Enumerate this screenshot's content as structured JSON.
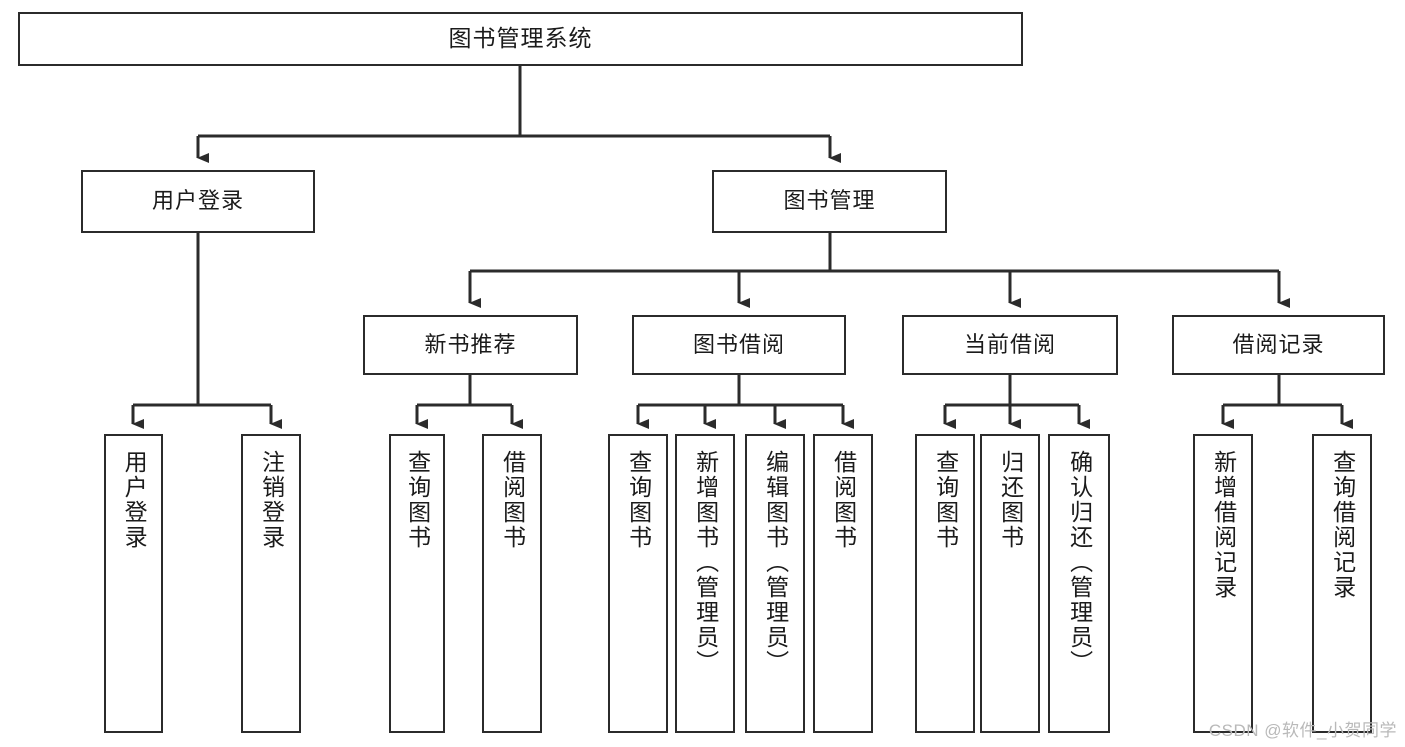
{
  "diagram": {
    "type": "tree-hierarchy-chart",
    "title": "图书管理系统",
    "stroke_color": "#2b2b2b",
    "fill_color": "#ffffff",
    "text_color": "#1b1b1b",
    "levels": [
      {
        "level": 1,
        "nodes": [
          {
            "id": "root",
            "label": "图书管理系统",
            "orientation": "horizontal"
          }
        ]
      },
      {
        "level": 2,
        "nodes": [
          {
            "id": "login",
            "label": "用户登录",
            "orientation": "horizontal",
            "parent": "root"
          },
          {
            "id": "bookmgmt",
            "label": "图书管理",
            "orientation": "horizontal",
            "parent": "root"
          }
        ]
      },
      {
        "level": 3,
        "nodes": [
          {
            "id": "newbook",
            "label": "新书推荐",
            "orientation": "horizontal",
            "parent": "bookmgmt"
          },
          {
            "id": "borrow",
            "label": "图书借阅",
            "orientation": "horizontal",
            "parent": "bookmgmt"
          },
          {
            "id": "current",
            "label": "当前借阅",
            "orientation": "horizontal",
            "parent": "bookmgmt"
          },
          {
            "id": "records",
            "label": "借阅记录",
            "orientation": "horizontal",
            "parent": "bookmgmt"
          }
        ]
      },
      {
        "level": 4,
        "nodes": [
          {
            "id": "leaf1",
            "label": "用户登录",
            "orientation": "vertical",
            "parent": "login"
          },
          {
            "id": "leaf2",
            "label": "注销登录",
            "orientation": "vertical",
            "parent": "login"
          },
          {
            "id": "leaf3",
            "label": "查询图书",
            "orientation": "vertical",
            "parent": "newbook"
          },
          {
            "id": "leaf4",
            "label": "借阅图书",
            "orientation": "vertical",
            "parent": "newbook"
          },
          {
            "id": "leaf5",
            "label": "查询图书",
            "orientation": "vertical",
            "parent": "borrow"
          },
          {
            "id": "leaf6",
            "label": "新增图书（管理员）",
            "orientation": "vertical",
            "parent": "borrow"
          },
          {
            "id": "leaf7",
            "label": "编辑图书（管理员）",
            "orientation": "vertical",
            "parent": "borrow"
          },
          {
            "id": "leaf8",
            "label": "借阅图书",
            "orientation": "vertical",
            "parent": "borrow"
          },
          {
            "id": "leaf9",
            "label": "查询图书",
            "orientation": "vertical",
            "parent": "current"
          },
          {
            "id": "leaf10",
            "label": "归还图书",
            "orientation": "vertical",
            "parent": "current"
          },
          {
            "id": "leaf11",
            "label": "确认归还（管理员）",
            "orientation": "vertical",
            "parent": "current"
          },
          {
            "id": "leaf12",
            "label": "新增借阅记录",
            "orientation": "vertical",
            "parent": "records"
          },
          {
            "id": "leaf13",
            "label": "查询借阅记录",
            "orientation": "vertical",
            "parent": "records"
          }
        ]
      }
    ]
  },
  "watermark": {
    "text": "CSDN @软件_小贺同学"
  }
}
